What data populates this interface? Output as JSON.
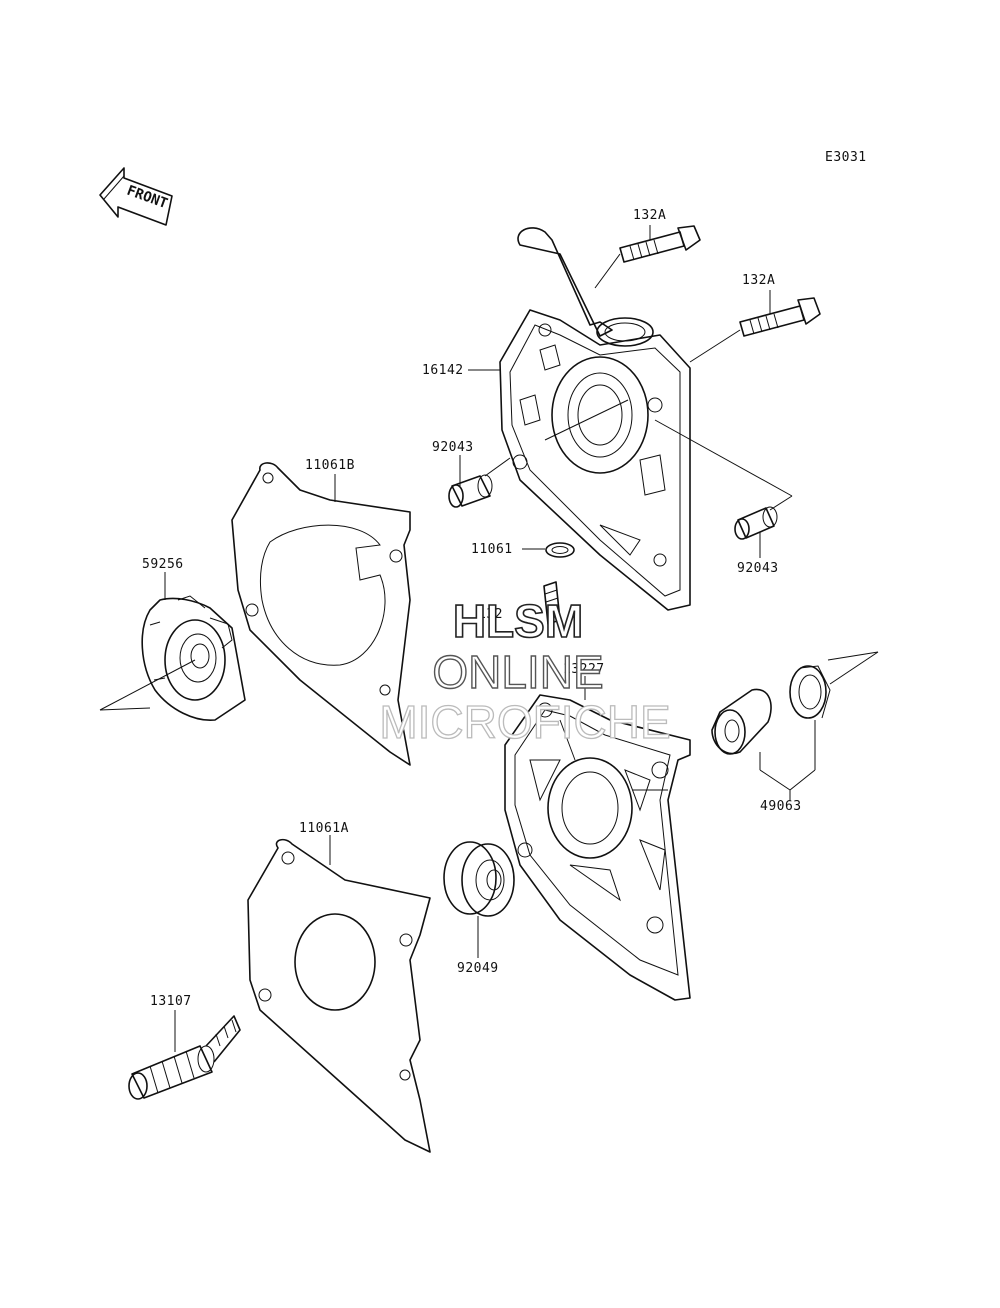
{
  "diagram_code": "E3031",
  "front_arrow_label": "FRONT",
  "watermark": {
    "line1": "HLSM",
    "line2": "ONLINE",
    "line3": "MICROFICHE"
  },
  "parts": [
    {
      "id": "132a_upper",
      "label": "132A"
    },
    {
      "id": "132a_lower",
      "label": "132A"
    },
    {
      "id": "16142",
      "label": "16142"
    },
    {
      "id": "92043_left",
      "label": "92043"
    },
    {
      "id": "92043_right",
      "label": "92043"
    },
    {
      "id": "11061b",
      "label": "11061B"
    },
    {
      "id": "11061",
      "label": "11061"
    },
    {
      "id": "59256",
      "label": "59256"
    },
    {
      "id": "132",
      "label": "132"
    },
    {
      "id": "13227",
      "label": "13227"
    },
    {
      "id": "49063",
      "label": "49063"
    },
    {
      "id": "11061a",
      "label": "11061A"
    },
    {
      "id": "92049",
      "label": "92049"
    },
    {
      "id": "13107",
      "label": "13107"
    }
  ]
}
